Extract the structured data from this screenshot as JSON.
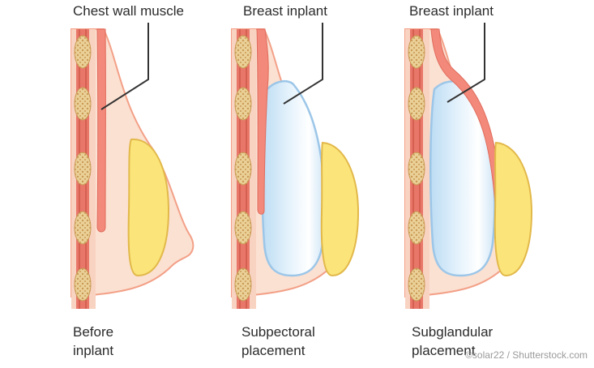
{
  "labels": {
    "panel1": "Chest wall muscle",
    "panel2": "Breast inplant",
    "panel3": "Breast inplant"
  },
  "captions": {
    "panel1": [
      "Before",
      "inplant"
    ],
    "panel2": [
      "Subpectoral",
      "placement"
    ],
    "panel3": [
      "Subglandular",
      "placement"
    ]
  },
  "watermark": "©solar22 / Shutterstock.com",
  "colors": {
    "skin": "#fbe1d2",
    "skin_outline": "#f3a087",
    "muscle": "#f2897a",
    "muscle_dark": "#d95c4b",
    "gland": "#fbe57a",
    "gland_outline": "#e2b84a",
    "rib": "#e9c98c",
    "rib_dots": "#c99a55",
    "implant": "#d8ecfa",
    "implant_outline": "#9cc6e8"
  }
}
